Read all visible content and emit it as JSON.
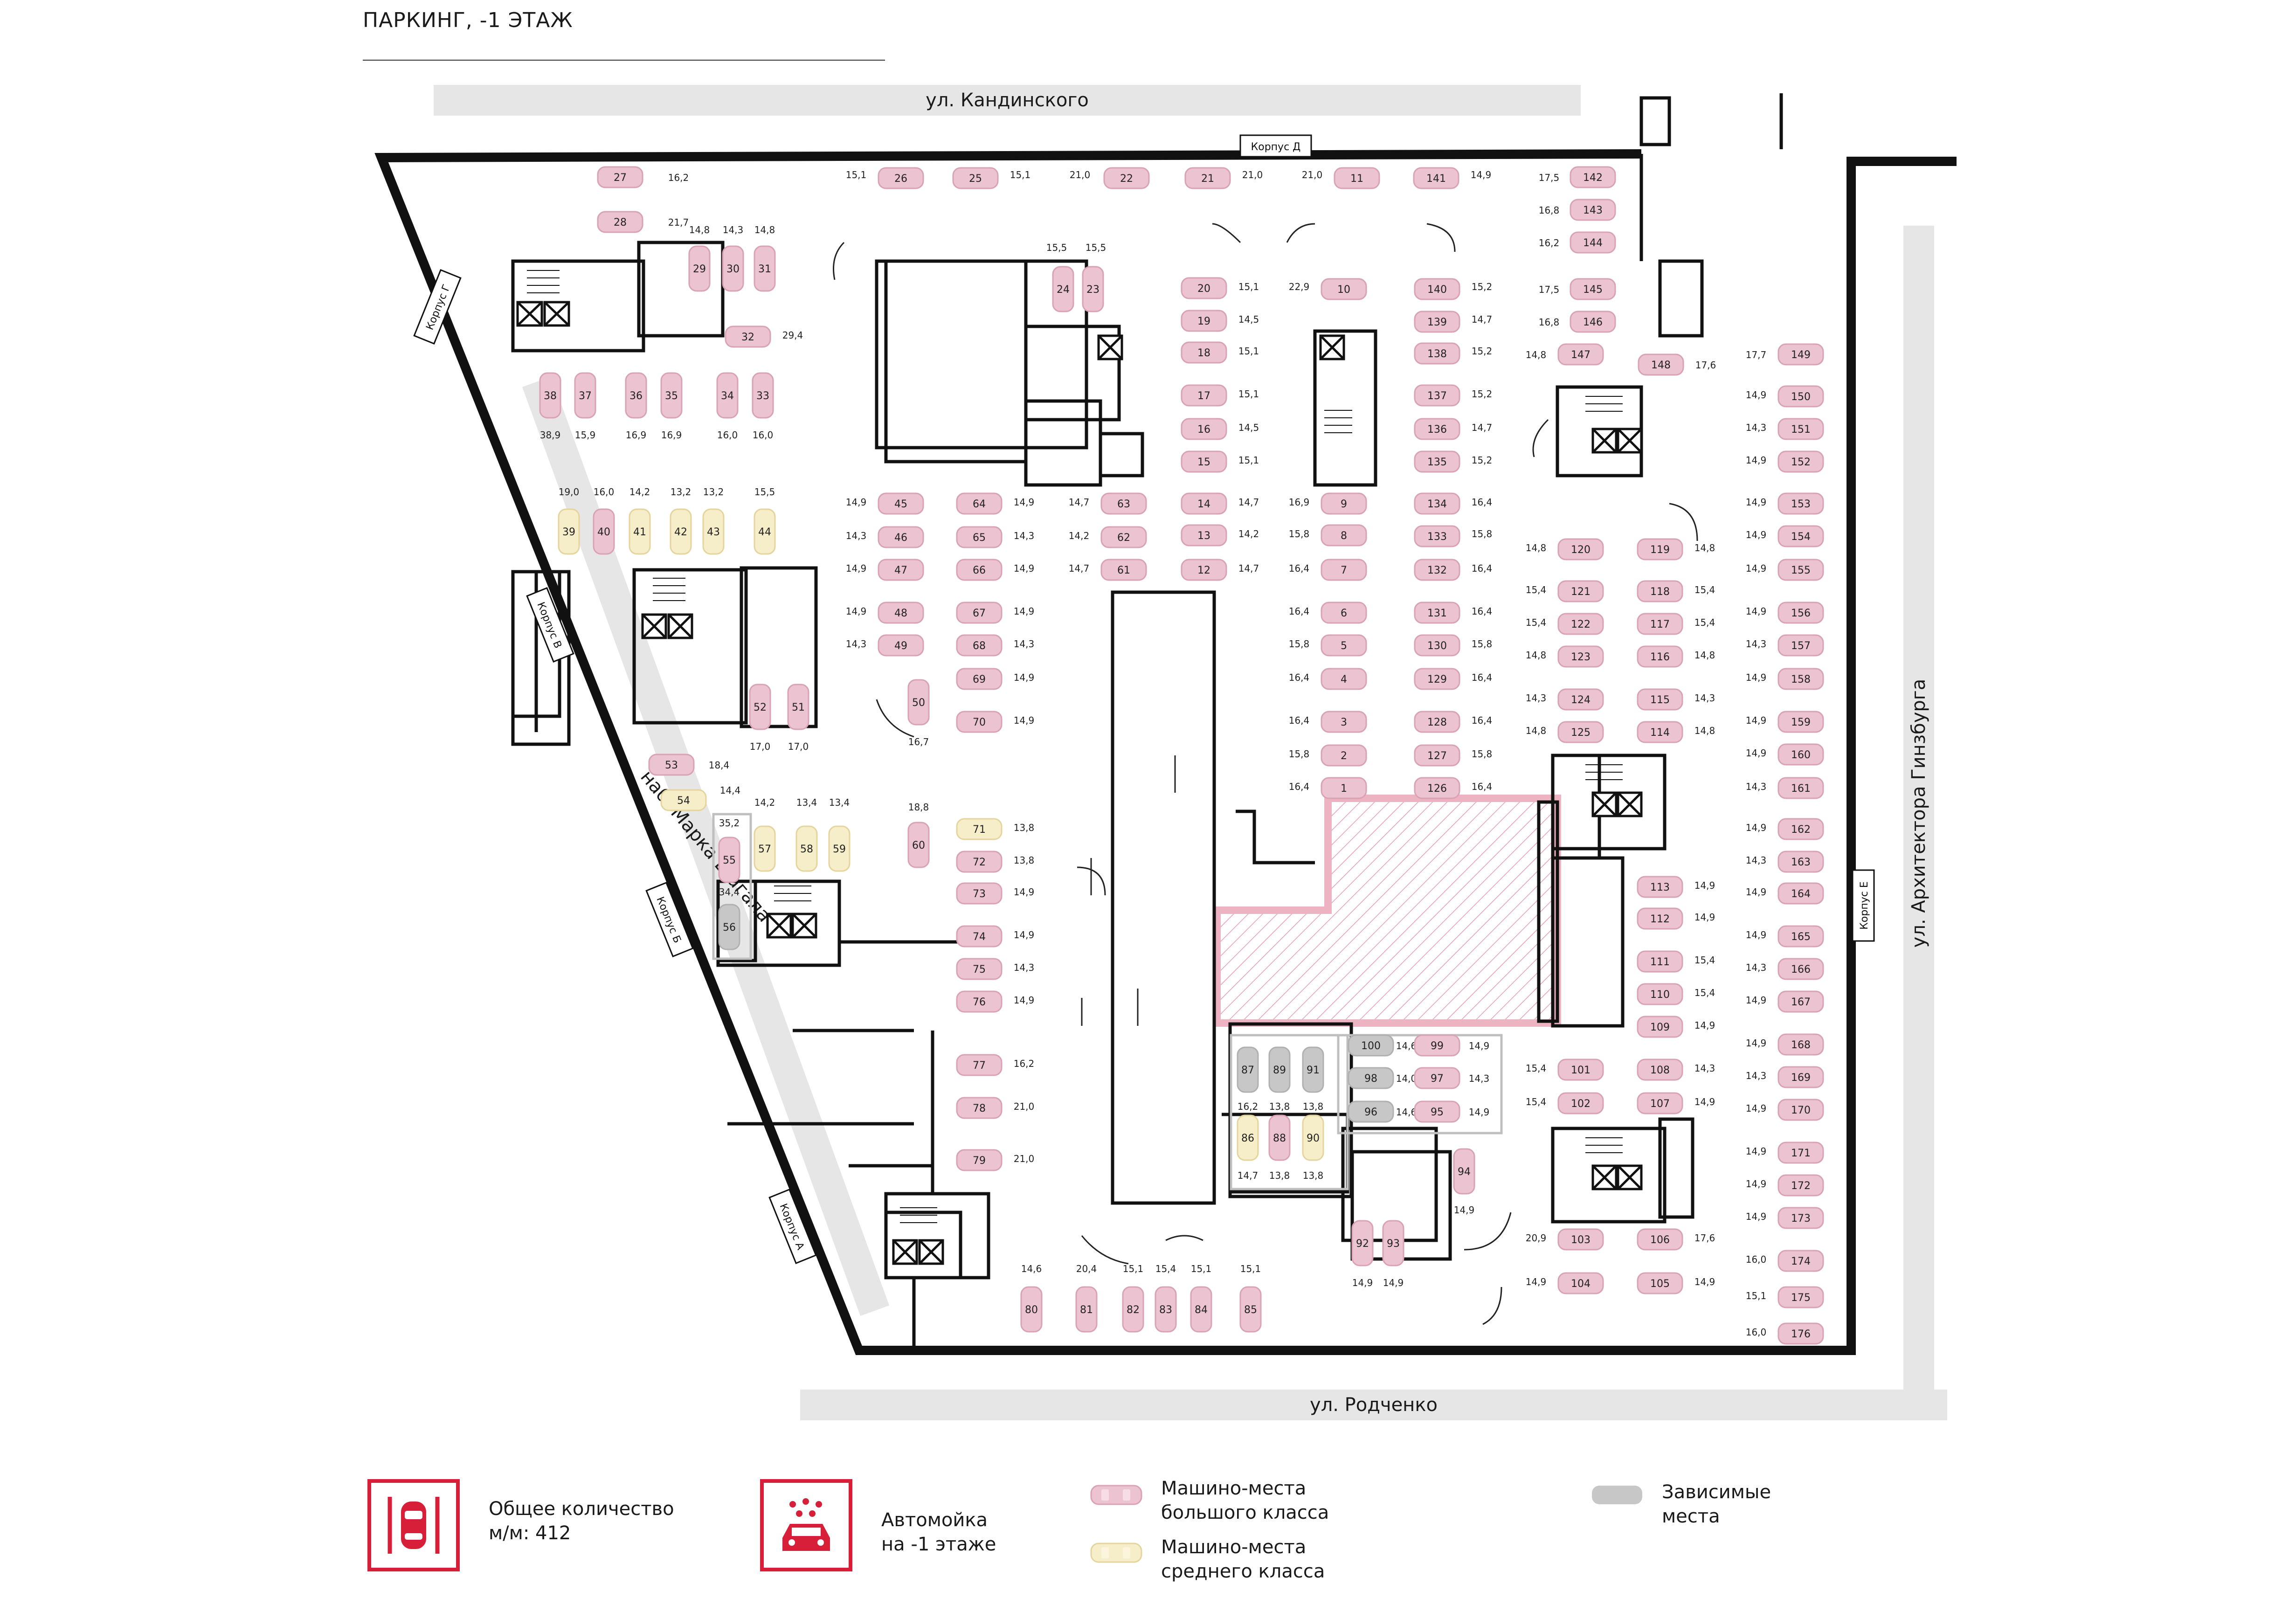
{
  "title": "ПАРКИНГ, -1 ЭТАЖ",
  "streets": {
    "top": "ул. Кандинского",
    "bottom": "ул. Родченко",
    "right": "ул. Архитектора Гинзбурга",
    "left": "наб. Марка Шагала"
  },
  "buildings": [
    "Корпус Д",
    "Корпус Г",
    "Корпус В",
    "Корпус Б",
    "Корпус А",
    "Корпус Е"
  ],
  "colors": {
    "large_class": "#ecc3d1",
    "middle_class": "#f6edc9",
    "dependent": "#c7c7c7",
    "accent": "#d81f3a",
    "car_wash_hatch": "#e9a0b4",
    "walls": "#111111",
    "streets": "#e6e6e6"
  },
  "legend": {
    "total_line1": "Общее количество",
    "total_line2": "м/м: 412",
    "wash_line1": "Автомойка",
    "wash_line2": "на -1 этаже",
    "large_line1": "Машино-места",
    "large_line2": "большого класса",
    "middle_line1": "Машино-места",
    "middle_line2": "среднего класса",
    "dependent_line1": "Зависимые",
    "dependent_line2": "места",
    "total_icon": "parking-car-icon",
    "wash_icon": "car-wash-icon"
  },
  "spots": [
    [
      "27",
      "16,2",
      "L"
    ],
    [
      "28",
      "21,7",
      "L"
    ],
    [
      "29",
      "14,8",
      "L"
    ],
    [
      "30",
      "14,3",
      "L"
    ],
    [
      "31",
      "14,8",
      "L"
    ],
    [
      "32",
      "29,4",
      "L"
    ],
    [
      "38",
      "38,9",
      "L"
    ],
    [
      "37",
      "15,9",
      "L"
    ],
    [
      "36",
      "16,9",
      "L"
    ],
    [
      "35",
      "16,9",
      "L"
    ],
    [
      "34",
      "16,0",
      "L"
    ],
    [
      "33",
      "16,0",
      "L"
    ],
    [
      "39",
      "19,0",
      "M"
    ],
    [
      "40",
      "16,0",
      "L"
    ],
    [
      "41",
      "14,2",
      "M"
    ],
    [
      "42",
      "13,2",
      "M"
    ],
    [
      "43",
      "13,2",
      "M"
    ],
    [
      "44",
      "15,5",
      "M"
    ],
    [
      "52",
      "17,0",
      "L"
    ],
    [
      "51",
      "17,0",
      "L"
    ],
    [
      "53",
      "18,4",
      "L"
    ],
    [
      "54",
      "14,4",
      "M"
    ],
    [
      "55",
      "35,2",
      "L"
    ],
    [
      "56",
      "34,4",
      "D"
    ],
    [
      "57",
      "14,2",
      "M"
    ],
    [
      "58",
      "13,4",
      "M"
    ],
    [
      "59",
      "13,4",
      "M"
    ],
    [
      "60",
      "18,8",
      "L"
    ],
    [
      "50",
      "16,7",
      "L"
    ],
    [
      "26",
      "15,1",
      "L"
    ],
    [
      "25",
      "15,1",
      "L"
    ],
    [
      "22",
      "21,0",
      "L"
    ],
    [
      "21",
      "21,0",
      "L"
    ],
    [
      "11",
      "21,0",
      "L"
    ],
    [
      "141",
      "14,9",
      "L"
    ],
    [
      "24",
      "15,5",
      "L"
    ],
    [
      "23",
      "15,5",
      "L"
    ],
    [
      "45",
      "14,9",
      "L"
    ],
    [
      "46",
      "14,3",
      "L"
    ],
    [
      "47",
      "14,9",
      "L"
    ],
    [
      "48",
      "14,9",
      "L"
    ],
    [
      "49",
      "14,3",
      "L"
    ],
    [
      "64",
      "14,9",
      "L"
    ],
    [
      "65",
      "14,3",
      "L"
    ],
    [
      "66",
      "14,9",
      "L"
    ],
    [
      "67",
      "14,9",
      "L"
    ],
    [
      "68",
      "14,3",
      "L"
    ],
    [
      "69",
      "14,9",
      "L"
    ],
    [
      "70",
      "14,9",
      "L"
    ],
    [
      "63",
      "14,7",
      "L"
    ],
    [
      "62",
      "14,2",
      "L"
    ],
    [
      "61",
      "14,7",
      "L"
    ],
    [
      "71",
      "13,8",
      "M"
    ],
    [
      "72",
      "13,8",
      "L"
    ],
    [
      "73",
      "14,9",
      "L"
    ],
    [
      "74",
      "14,9",
      "L"
    ],
    [
      "75",
      "14,3",
      "L"
    ],
    [
      "76",
      "14,9",
      "L"
    ],
    [
      "77",
      "16,2",
      "L"
    ],
    [
      "78",
      "21,0",
      "L"
    ],
    [
      "79",
      "21,0",
      "L"
    ],
    [
      "80",
      "14,6",
      "L"
    ],
    [
      "81",
      "20,4",
      "L"
    ],
    [
      "82",
      "15,1",
      "L"
    ],
    [
      "83",
      "15,4",
      "L"
    ],
    [
      "84",
      "15,1",
      "L"
    ],
    [
      "85",
      "15,1",
      "L"
    ],
    [
      "20",
      "15,1",
      "L"
    ],
    [
      "19",
      "14,5",
      "L"
    ],
    [
      "18",
      "15,1",
      "L"
    ],
    [
      "17",
      "15,1",
      "L"
    ],
    [
      "16",
      "14,5",
      "L"
    ],
    [
      "15",
      "15,1",
      "L"
    ],
    [
      "14",
      "14,7",
      "L"
    ],
    [
      "13",
      "14,2",
      "L"
    ],
    [
      "12",
      "14,7",
      "L"
    ],
    [
      "10",
      "22,9",
      "L"
    ],
    [
      "9",
      "16,9",
      "L"
    ],
    [
      "8",
      "15,8",
      "L"
    ],
    [
      "7",
      "16,4",
      "L"
    ],
    [
      "6",
      "16,4",
      "L"
    ],
    [
      "5",
      "15,8",
      "L"
    ],
    [
      "4",
      "16,4",
      "L"
    ],
    [
      "3",
      "16,4",
      "L"
    ],
    [
      "2",
      "15,8",
      "L"
    ],
    [
      "1",
      "16,4",
      "L"
    ],
    [
      "140",
      "15,2",
      "L"
    ],
    [
      "139",
      "14,7",
      "L"
    ],
    [
      "138",
      "15,2",
      "L"
    ],
    [
      "137",
      "15,2",
      "L"
    ],
    [
      "136",
      "14,7",
      "L"
    ],
    [
      "135",
      "15,2",
      "L"
    ],
    [
      "134",
      "16,4",
      "L"
    ],
    [
      "133",
      "15,8",
      "L"
    ],
    [
      "132",
      "16,4",
      "L"
    ],
    [
      "131",
      "16,4",
      "L"
    ],
    [
      "130",
      "15,8",
      "L"
    ],
    [
      "129",
      "16,4",
      "L"
    ],
    [
      "128",
      "16,4",
      "L"
    ],
    [
      "127",
      "15,8",
      "L"
    ],
    [
      "126",
      "16,4",
      "L"
    ],
    [
      "142",
      "17,5",
      "L"
    ],
    [
      "143",
      "16,8",
      "L"
    ],
    [
      "144",
      "16,2",
      "L"
    ],
    [
      "145",
      "17,5",
      "L"
    ],
    [
      "146",
      "16,8",
      "L"
    ],
    [
      "147",
      "14,8",
      "L"
    ],
    [
      "148",
      "17,6",
      "L"
    ],
    [
      "120",
      "14,8",
      "L"
    ],
    [
      "121",
      "15,4",
      "L"
    ],
    [
      "122",
      "15,4",
      "L"
    ],
    [
      "123",
      "14,8",
      "L"
    ],
    [
      "124",
      "14,3",
      "L"
    ],
    [
      "125",
      "14,8",
      "L"
    ],
    [
      "119",
      "14,8",
      "L"
    ],
    [
      "118",
      "15,4",
      "L"
    ],
    [
      "117",
      "15,4",
      "L"
    ],
    [
      "116",
      "14,8",
      "L"
    ],
    [
      "115",
      "14,3",
      "L"
    ],
    [
      "114",
      "14,8",
      "L"
    ],
    [
      "113",
      "14,9",
      "L"
    ],
    [
      "112",
      "14,9",
      "L"
    ],
    [
      "111",
      "15,4",
      "L"
    ],
    [
      "110",
      "15,4",
      "L"
    ],
    [
      "109",
      "14,9",
      "L"
    ],
    [
      "108",
      "14,3",
      "L"
    ],
    [
      "107",
      "14,9",
      "L"
    ],
    [
      "101",
      "15,4",
      "L"
    ],
    [
      "102",
      "15,4",
      "L"
    ],
    [
      "103",
      "20,9",
      "L"
    ],
    [
      "104",
      "14,9",
      "L"
    ],
    [
      "106",
      "17,6",
      "L"
    ],
    [
      "105",
      "14,9",
      "L"
    ],
    [
      "100",
      "14,6",
      "D"
    ],
    [
      "99",
      "14,9",
      "L"
    ],
    [
      "98",
      "14,0",
      "D"
    ],
    [
      "97",
      "14,3",
      "L"
    ],
    [
      "96",
      "14,6",
      "D"
    ],
    [
      "95",
      "14,9",
      "L"
    ],
    [
      "87",
      "16,2",
      "D"
    ],
    [
      "89",
      "13,8",
      "D"
    ],
    [
      "91",
      "13,8",
      "D"
    ],
    [
      "86",
      "14,7",
      "M"
    ],
    [
      "88",
      "13,8",
      "L"
    ],
    [
      "90",
      "13,8",
      "M"
    ],
    [
      "94",
      "14,9",
      "L"
    ],
    [
      "92",
      "14,9",
      "L"
    ],
    [
      "93",
      "14,9",
      "L"
    ],
    [
      "149",
      "17,7",
      "L"
    ],
    [
      "150",
      "14,9",
      "L"
    ],
    [
      "151",
      "14,3",
      "L"
    ],
    [
      "152",
      "14,9",
      "L"
    ],
    [
      "153",
      "14,9",
      "L"
    ],
    [
      "154",
      "14,9",
      "L"
    ],
    [
      "155",
      "14,9",
      "L"
    ],
    [
      "156",
      "14,9",
      "L"
    ],
    [
      "157",
      "14,3",
      "L"
    ],
    [
      "158",
      "14,9",
      "L"
    ],
    [
      "159",
      "14,9",
      "L"
    ],
    [
      "160",
      "14,9",
      "L"
    ],
    [
      "161",
      "14,3",
      "L"
    ],
    [
      "162",
      "14,9",
      "L"
    ],
    [
      "163",
      "14,3",
      "L"
    ],
    [
      "164",
      "14,9",
      "L"
    ],
    [
      "165",
      "14,9",
      "L"
    ],
    [
      "166",
      "14,3",
      "L"
    ],
    [
      "167",
      "14,9",
      "L"
    ],
    [
      "168",
      "14,9",
      "L"
    ],
    [
      "169",
      "14,3",
      "L"
    ],
    [
      "170",
      "14,9",
      "L"
    ],
    [
      "171",
      "14,9",
      "L"
    ],
    [
      "172",
      "14,9",
      "L"
    ],
    [
      "173",
      "14,9",
      "L"
    ],
    [
      "174",
      "16,0",
      "L"
    ],
    [
      "175",
      "15,1",
      "L"
    ],
    [
      "176",
      "16,0",
      "L"
    ]
  ]
}
